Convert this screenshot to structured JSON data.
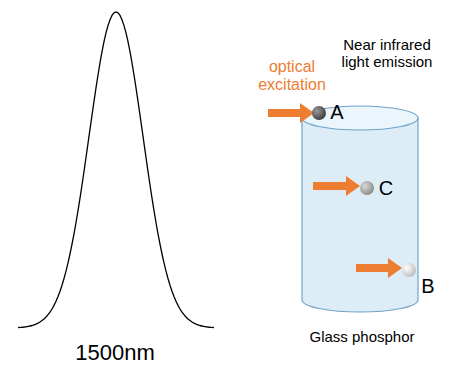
{
  "diagram": {
    "labels": [
      "1500nm",
      "Near infrared light emission",
      "optical excitation",
      "A",
      "C",
      "B",
      "Glass phosphor"
    ]
  }
}
